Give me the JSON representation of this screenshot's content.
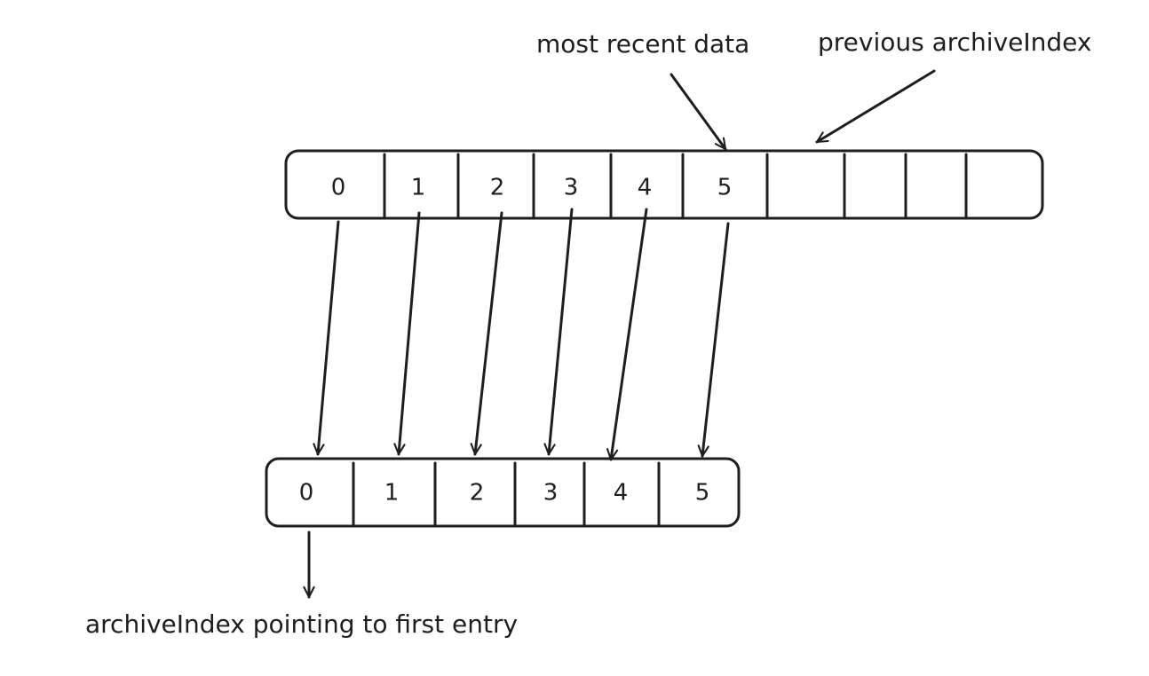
{
  "labels": {
    "most_recent": "most recent data",
    "previous_index": "previous archiveIndex",
    "archive_index": "archiveIndex pointing to first entry"
  },
  "top_array": {
    "cells": [
      "0",
      "1",
      "2",
      "3",
      "4",
      "5",
      "",
      "",
      "",
      ""
    ]
  },
  "bottom_array": {
    "cells": [
      "0",
      "1",
      "2",
      "3",
      "4",
      "5"
    ]
  },
  "colors": {
    "stroke": "#1e1e1e",
    "background": "#ffffff"
  }
}
